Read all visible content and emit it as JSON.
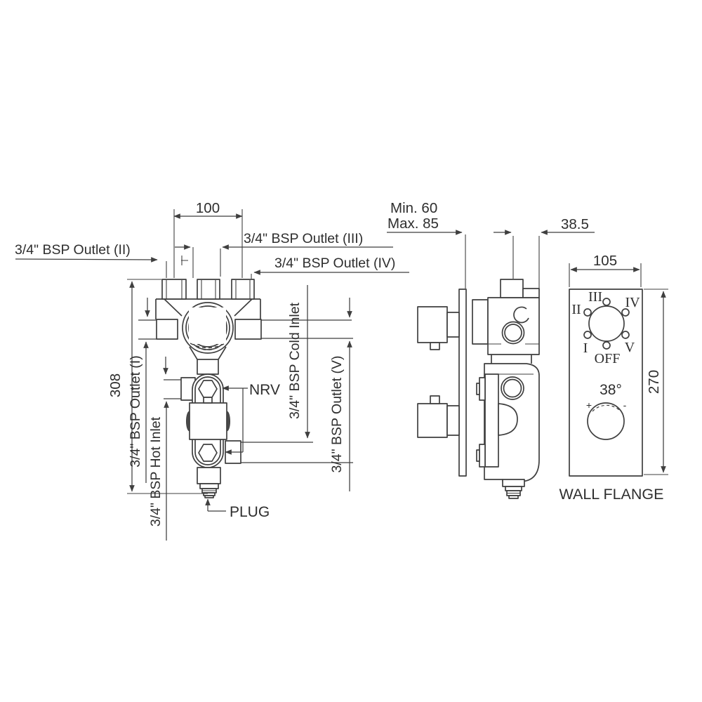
{
  "fv": {
    "dim100": "100",
    "dim308": "308",
    "outlet2": "3/4\" BSP Outlet (II)",
    "outlet3": "3/4\" BSP Outlet (III)",
    "outlet4": "3/4\" BSP Outlet (IV)",
    "outlet1": "3/4\" BSP Outlet (I)",
    "hot": "3/4\" BSP Hot Inlet",
    "cold": "3/4\" BSP Cold Inlet",
    "outlet5": "3/4\" BSP Outlet (V)",
    "nrv": "NRV",
    "plug": "PLUG"
  },
  "sv": {
    "min": "Min. 60",
    "max": "Max. 85",
    "d385": "38.5"
  },
  "wf": {
    "caption": "WALL FLANGE",
    "d105": "105",
    "d270": "270",
    "pos": {
      "i": "I",
      "ii": "II",
      "iii": "III",
      "iv": "IV",
      "v": "V",
      "off": "OFF"
    },
    "temp": "38°",
    "plus": "+",
    "minus": "-"
  },
  "colors": {
    "line": "#3f3f3f",
    "text": "#2e2e2e",
    "bg": "#ffffff"
  }
}
